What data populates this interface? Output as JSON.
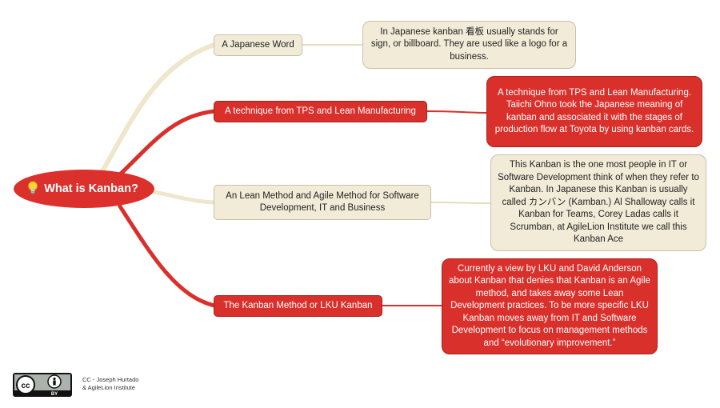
{
  "root": {
    "label": "What is Kanban?",
    "icon": "lightbulb-icon"
  },
  "branches": [
    {
      "label": "A Japanese Word",
      "detail": "In Japanese kanban 看板 usually stands for sign, or billboard. They are used like a logo for a business.",
      "color": "#f2ebd8"
    },
    {
      "label": "A technique from TPS and Lean Manufacturing",
      "detail": "A technique from TPS and Lean Manufacturing. Taiichi Ohno took the Japanese meaning of kanban and associated it with the stages of production flow at Toyota by using kanban cards.",
      "color": "#d9302b"
    },
    {
      "label": "An Lean Method and Agile Method for Software Development, IT and Business",
      "detail": "This Kanban is the one most people in IT or Software Development think of when they refer to Kanban. In Japanese this Kanban is usually called カンバン (Kamban.) Al Shalloway calls it Kanban for Teams, Corey Ladas calls it Scrumban, at AgileLion Institute we call this Kanban Ace",
      "color": "#f2ebd8"
    },
    {
      "label": "The Kanban Method or LKU Kanban",
      "detail": "Currently a view by LKU and David Anderson about Kanban that denies that Kanban is an Agile method, and takes away some Lean Development practices. To be more specific LKU Kanban moves away from IT and Software Development to focus on management methods and “evolutionary improvement.”",
      "color": "#d9302b"
    }
  ],
  "footer": {
    "license_badge": "CC BY",
    "credit_line1": "CC - Joseph Hurtado",
    "credit_line2": "& AgileLion Institute"
  }
}
